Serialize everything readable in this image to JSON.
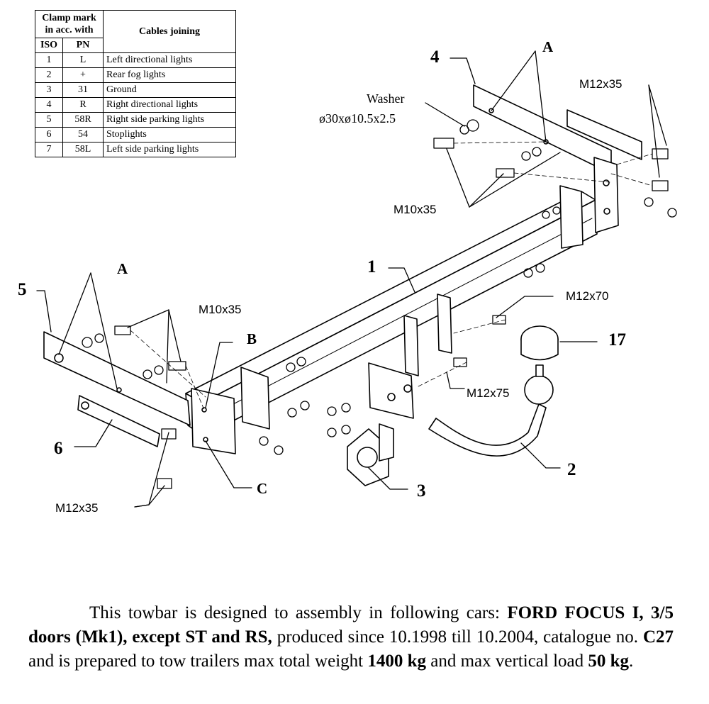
{
  "table": {
    "header_clamp": "Clamp mark",
    "header_inacc": "in acc. with",
    "header_iso": "ISO",
    "header_pn": "PN",
    "header_cables": "Cables joining",
    "rows": [
      {
        "iso": "1",
        "pn": "L",
        "desc": "Left directional lights"
      },
      {
        "iso": "2",
        "pn": "+",
        "desc": "Rear fog lights"
      },
      {
        "iso": "3",
        "pn": "31",
        "desc": "Ground"
      },
      {
        "iso": "4",
        "pn": "R",
        "desc": "Right directional lights"
      },
      {
        "iso": "5",
        "pn": "58R",
        "desc": "Right side parking lights"
      },
      {
        "iso": "6",
        "pn": "54",
        "desc": "Stoplights"
      },
      {
        "iso": "7",
        "pn": "58L",
        "desc": "Left side parking lights"
      }
    ]
  },
  "labels": {
    "p1": "1",
    "p2": "2",
    "p3": "3",
    "p4": "4",
    "p5": "5",
    "p6": "6",
    "p17": "17",
    "A_top": "A",
    "A_left": "A",
    "B": "B",
    "C": "C",
    "washer_line1": "Washer",
    "washer_line2": "ø30xø10.5x2.5",
    "m12x35_top": "M12x35",
    "m10x35_top": "M10x35",
    "m10x35_left": "M10x35",
    "m12x35_left": "M12x35",
    "m12x70": "M12x70",
    "m12x75": "M12x75"
  },
  "description": {
    "t1": "This towbar is designed to assembly in following cars: ",
    "b1": "FORD FOCUS I, 3/5 doors (Mk1), except ST and RS,",
    "t2": " produced since 10.1998 till 10.2004, catalogue no. ",
    "b2": "C27",
    "t3": " and is prepared to tow trailers max total weight ",
    "b3": "1400 kg",
    "t4": " and max vertical load ",
    "b4": "50 kg",
    "t5": "."
  }
}
